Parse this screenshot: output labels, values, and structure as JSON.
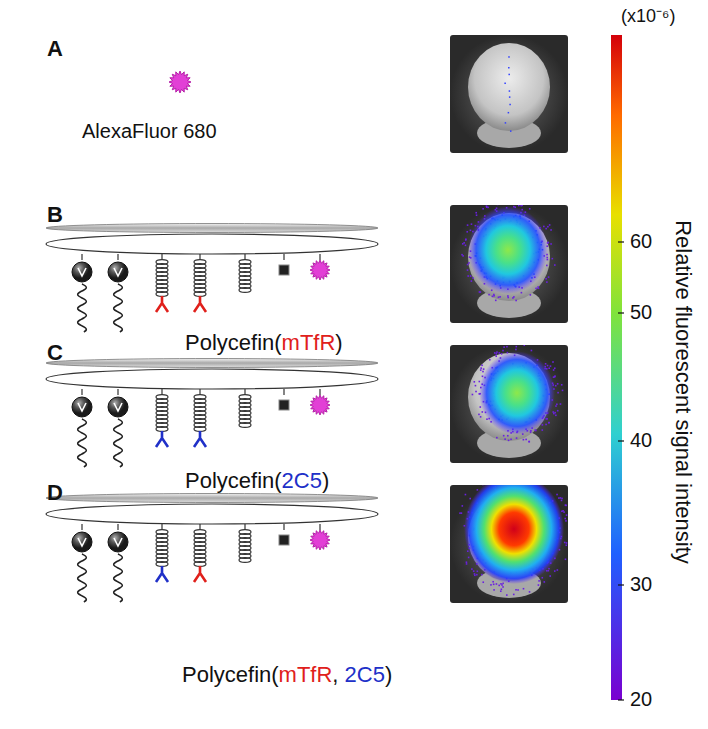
{
  "diagram": {
    "labels": [
      "A",
      "AlexaFluor 680",
      "B",
      "Polycefin(",
      "mTfR",
      ")",
      "C",
      "Polycefin(",
      "2C5",
      ")",
      "D",
      "Polycefin(",
      "mTfR",
      ", ",
      "2C5",
      ")",
      "(x10⁻⁶)",
      "60",
      "50",
      "40",
      "30",
      "20",
      "Relative fluorescent signal intensity"
    ]
  }
}
